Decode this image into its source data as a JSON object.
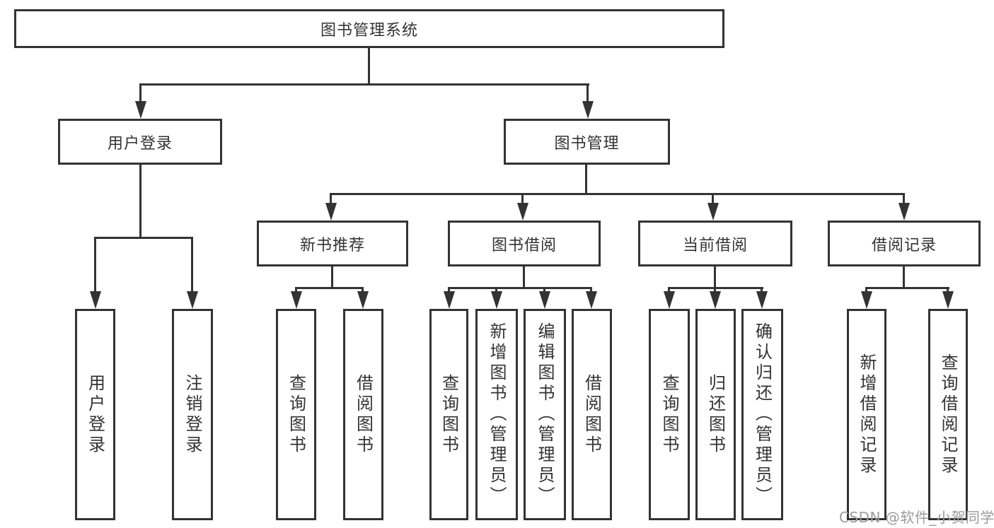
{
  "tree": {
    "root": "图书管理系统",
    "branches": [
      {
        "label": "用户登录",
        "leaves": [
          "用户登录",
          "注销登录"
        ]
      },
      {
        "label": "图书管理",
        "children": [
          {
            "label": "新书推荐",
            "leaves": [
              "查询图书",
              "借阅图书"
            ]
          },
          {
            "label": "图书借阅",
            "leaves": [
              "查询图书",
              "新增图书（管理员）",
              "编辑图书（管理员）",
              "借阅图书"
            ]
          },
          {
            "label": "当前借阅",
            "leaves": [
              "查询图书",
              "归还图书",
              "确认归还（管理员）"
            ]
          },
          {
            "label": "借阅记录",
            "leaves": [
              "新增借阅记录",
              "查询借阅记录"
            ]
          }
        ]
      }
    ]
  },
  "watermark": {
    "text": "CSDN @软件_小贺同学"
  },
  "colors": {
    "line": "#333333",
    "text": "#333333",
    "box_background": "#ffffff",
    "page_background": "#ffffff",
    "watermark_text": "#9b9b9b"
  }
}
